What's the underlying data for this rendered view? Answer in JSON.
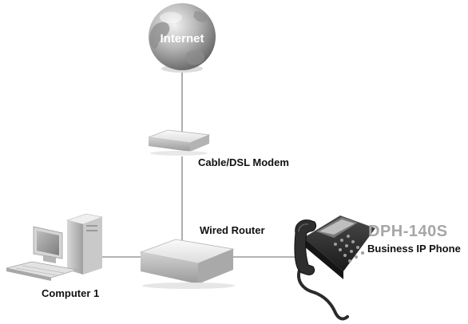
{
  "nodes": {
    "internet": {
      "label": "Internet"
    },
    "modem": {
      "label": "Cable/DSL Modem"
    },
    "router": {
      "label": "Wired Router"
    },
    "computer": {
      "label": "Computer 1"
    },
    "phone": {
      "model": "DPH-140S",
      "description": "Business IP Phone"
    }
  },
  "colors": {
    "connection_line": "#9a9a9a",
    "device_body": "#e6e6e6",
    "device_shadow": "#9c9c9c",
    "product_name": "#a7a7a7",
    "globe_dark": "#6e6e6e",
    "globe_light": "#d9d9d9"
  }
}
